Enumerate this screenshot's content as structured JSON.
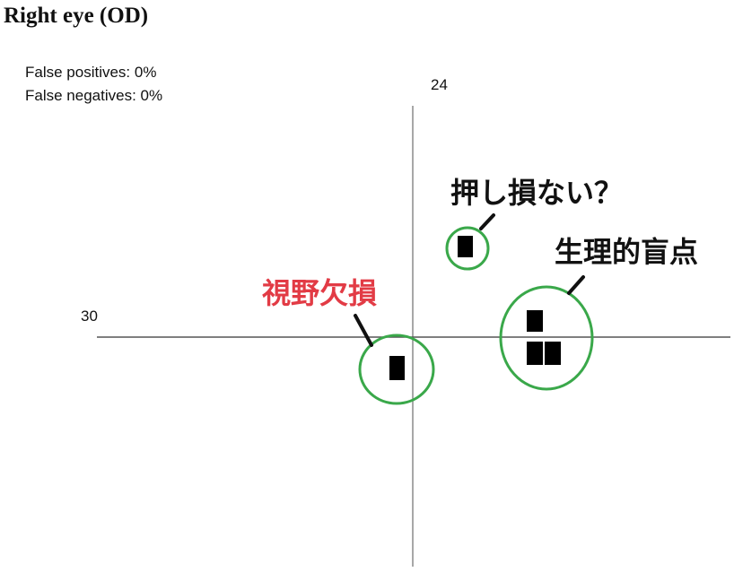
{
  "title": "Right eye (OD)",
  "stats": {
    "false_positives": "False positives: 0%",
    "false_negatives": "False negatives: 0%"
  },
  "axis_labels": {
    "vertical": "24",
    "horizontal": "30"
  },
  "annotations": {
    "press_miss": "押し損ない？",
    "blind_spot": "生理的盲点",
    "field_defect": "視野欠損"
  },
  "colors": {
    "circle": "#3aa84a",
    "defect_label": "#e23b45",
    "text": "#111111",
    "axis": "#888888"
  }
}
